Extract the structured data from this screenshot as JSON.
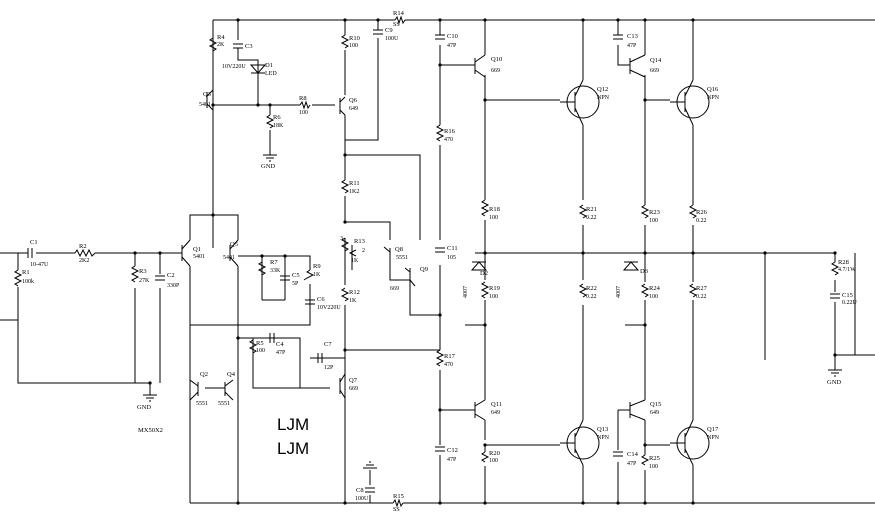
{
  "components": [
    {
      "id": "c1",
      "ref": "C1",
      "value": "10-47U"
    },
    {
      "id": "r1",
      "ref": "R1",
      "value": "100k"
    },
    {
      "id": "r2",
      "ref": "R2",
      "value": "2K2"
    },
    {
      "id": "r3",
      "ref": "R3",
      "value": "27K"
    },
    {
      "id": "c2",
      "ref": "C2",
      "value": "330P"
    },
    {
      "id": "q1",
      "ref": "Q1",
      "value": "5401"
    },
    {
      "id": "q5",
      "ref": "Q5",
      "value": "5401"
    },
    {
      "id": "q3",
      "ref": "Q3",
      "value": "5401"
    },
    {
      "id": "r4",
      "ref": "R4",
      "value": "2K"
    },
    {
      "id": "c3",
      "ref": "C3",
      "value": "10V220U"
    },
    {
      "id": "d1",
      "ref": "D1",
      "value": "LED"
    },
    {
      "id": "r6",
      "ref": "R6",
      "value": "18K"
    },
    {
      "id": "r8",
      "ref": "R8",
      "value": "100"
    },
    {
      "id": "q6",
      "ref": "Q6",
      "value": "649"
    },
    {
      "id": "r10",
      "ref": "R10",
      "value": "100"
    },
    {
      "id": "c9",
      "ref": "C9",
      "value": "100U"
    },
    {
      "id": "r14",
      "ref": "R14",
      "value": "SS"
    },
    {
      "id": "r7",
      "ref": "R7",
      "value": "33K"
    },
    {
      "id": "c5",
      "ref": "C5",
      "value": "5P"
    },
    {
      "id": "r9",
      "ref": "R9",
      "value": "1K"
    },
    {
      "id": "c6",
      "ref": "C6",
      "value": "10V220U"
    },
    {
      "id": "r5",
      "ref": "R5",
      "value": "100"
    },
    {
      "id": "c4",
      "ref": "C4",
      "value": "47P"
    },
    {
      "id": "c7",
      "ref": "C7",
      "value": "12P"
    },
    {
      "id": "q7",
      "ref": "Q7",
      "value": "669"
    },
    {
      "id": "q2",
      "ref": "Q2",
      "value": "5551"
    },
    {
      "id": "q4",
      "ref": "Q4",
      "value": "5551"
    },
    {
      "id": "r11",
      "ref": "R11",
      "value": "1K2"
    },
    {
      "id": "r13",
      "ref": "R13",
      "value": "1K"
    },
    {
      "id": "r12",
      "ref": "R12",
      "value": "1K"
    },
    {
      "id": "q8",
      "ref": "Q8",
      "value": "5551"
    },
    {
      "id": "q9",
      "ref": "Q9",
      "value": "669"
    },
    {
      "id": "c8",
      "ref": "C8",
      "value": "100U"
    },
    {
      "id": "r15",
      "ref": "R15",
      "value": "SS"
    },
    {
      "id": "c10",
      "ref": "C10",
      "value": "47P"
    },
    {
      "id": "r16",
      "ref": "R16",
      "value": "470"
    },
    {
      "id": "c11",
      "ref": "C11",
      "value": "105"
    },
    {
      "id": "r17",
      "ref": "R17",
      "value": "470"
    },
    {
      "id": "c12",
      "ref": "C12",
      "value": "47P"
    },
    {
      "id": "q10",
      "ref": "Q10",
      "value": "669"
    },
    {
      "id": "q11",
      "ref": "Q11",
      "value": "649"
    },
    {
      "id": "r18",
      "ref": "R18",
      "value": "100"
    },
    {
      "id": "r19",
      "ref": "R19",
      "value": "100"
    },
    {
      "id": "r20",
      "ref": "R20",
      "value": "100"
    },
    {
      "id": "d2",
      "ref": "D2",
      "value": "4007"
    },
    {
      "id": "q12",
      "ref": "Q12",
      "value": "NPN"
    },
    {
      "id": "q13",
      "ref": "Q13",
      "value": "NPN"
    },
    {
      "id": "r21",
      "ref": "R21",
      "value": "0.22"
    },
    {
      "id": "r22",
      "ref": "R22",
      "value": "0.22"
    },
    {
      "id": "c13",
      "ref": "C13",
      "value": "47P"
    },
    {
      "id": "q14",
      "ref": "Q14",
      "value": "669"
    },
    {
      "id": "q15",
      "ref": "Q15",
      "value": "649"
    },
    {
      "id": "c14",
      "ref": "C14",
      "value": "47P"
    },
    {
      "id": "r23",
      "ref": "R23",
      "value": "100"
    },
    {
      "id": "r24",
      "ref": "R24",
      "value": "100"
    },
    {
      "id": "r25",
      "ref": "R25",
      "value": "100"
    },
    {
      "id": "d3",
      "ref": "D3",
      "value": "4007"
    },
    {
      "id": "q16",
      "ref": "Q16",
      "value": "NPN"
    },
    {
      "id": "q17",
      "ref": "Q17",
      "value": "NPN"
    },
    {
      "id": "r26",
      "ref": "R26",
      "value": "0.22"
    },
    {
      "id": "r27",
      "ref": "R27",
      "value": "0.22"
    },
    {
      "id": "r28",
      "ref": "R28",
      "value": "4.7/1W"
    },
    {
      "id": "c15",
      "ref": "C15",
      "value": "0.22U"
    }
  ],
  "labels": {
    "gnd": "GND",
    "part_no": "MX50X2",
    "logo_line1": "LJM",
    "logo_line2": "LJM",
    "pot_pin_top": "3",
    "pot_pin_bottom": "2"
  }
}
